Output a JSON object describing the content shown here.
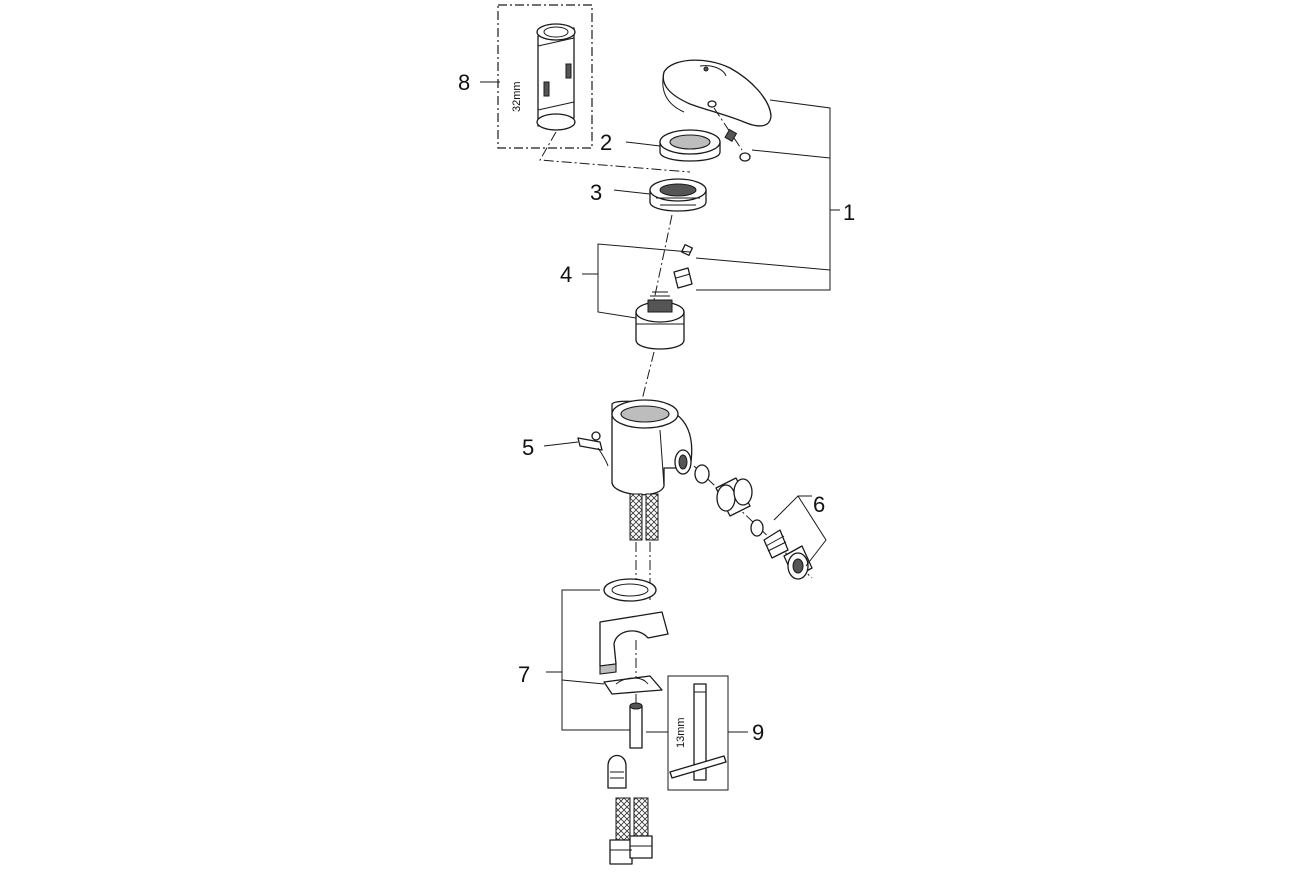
{
  "callouts": {
    "c1": "1",
    "c2": "2",
    "c3": "3",
    "c4": "4",
    "c5": "5",
    "c6": "6",
    "c7": "7",
    "c8": "8",
    "c9": "9"
  },
  "dimensions": {
    "spanner_8": "32mm",
    "key_9": "13mm"
  }
}
